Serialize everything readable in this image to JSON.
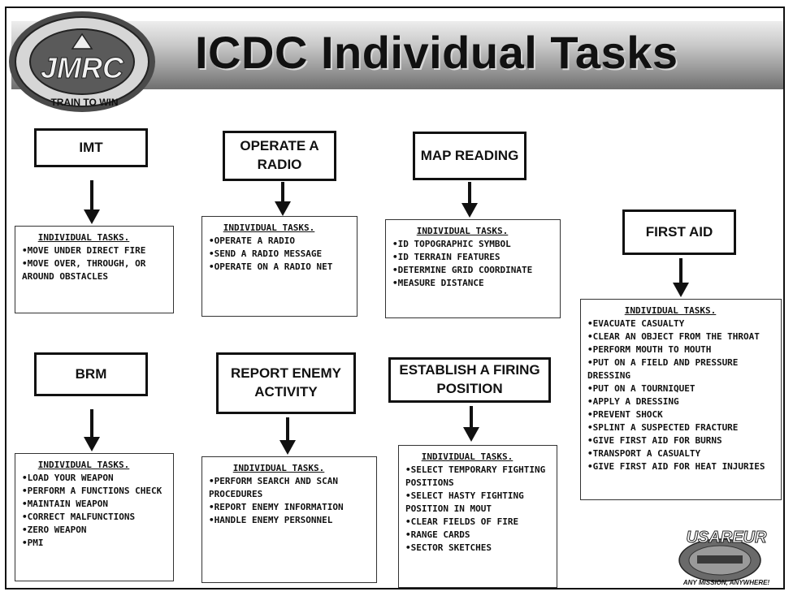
{
  "title": "ICDC Individual Tasks",
  "logos": {
    "jmrc": {
      "name": "JMRC",
      "motto": "TRAIN TO WIN"
    },
    "usareur": {
      "name": "USAREUR",
      "motto": "ANY MISSION, ANYWHERE!"
    }
  },
  "list_heading": "INDIVIDUAL TASKS.",
  "tasks": {
    "imt": {
      "label": "IMT",
      "items": [
        "•MOVE UNDER DIRECT FIRE",
        "•MOVE OVER, THROUGH, OR AROUND OBSTACLES"
      ]
    },
    "radio": {
      "label": "OPERATE A RADIO",
      "items": [
        "•OPERATE A RADIO",
        "•SEND A RADIO MESSAGE",
        "•OPERATE ON A RADIO NET"
      ]
    },
    "map": {
      "label": "MAP READING",
      "items": [
        "•ID TOPOGRAPHIC SYMBOL",
        "•ID TERRAIN FEATURES",
        "•DETERMINE GRID COORDINATE",
        "•MEASURE DISTANCE"
      ]
    },
    "firstaid": {
      "label": "FIRST AID",
      "items": [
        "•EVACUATE CASUALTY",
        "•CLEAR AN OBJECT FROM THE THROAT",
        "•PERFORM MOUTH TO MOUTH",
        "•PUT ON A FIELD AND PRESSURE DRESSING",
        "•PUT ON A TOURNIQUET",
        "•APPLY A DRESSING",
        "•PREVENT SHOCK",
        "•SPLINT A SUSPECTED FRACTURE",
        "•GIVE FIRST AID FOR BURNS",
        "•TRANSPORT A CASUALTY",
        "•GIVE FIRST AID FOR HEAT INJURIES"
      ]
    },
    "brm": {
      "label": "BRM",
      "items": [
        "•LOAD YOUR WEAPON",
        "•PERFORM A FUNCTIONS CHECK",
        "•MAINTAIN WEAPON",
        "•CORRECT MALFUNCTIONS",
        "•ZERO WEAPON",
        "•PMI"
      ]
    },
    "report": {
      "label": "REPORT ENEMY ACTIVITY",
      "items": [
        "•PERFORM SEARCH AND SCAN PROCEDURES",
        "•REPORT ENEMY INFORMATION",
        "•HANDLE ENEMY PERSONNEL"
      ]
    },
    "firing": {
      "label": "ESTABLISH A FIRING POSITION",
      "items": [
        "•SELECT TEMPORARY FIGHTING POSITIONS",
        "•SELECT HASTY FIGHTING POSITION IN MOUT",
        "•CLEAR FIELDS OF FIRE",
        "•RANGE CARDS",
        "•SECTOR SKETCHES"
      ]
    }
  }
}
